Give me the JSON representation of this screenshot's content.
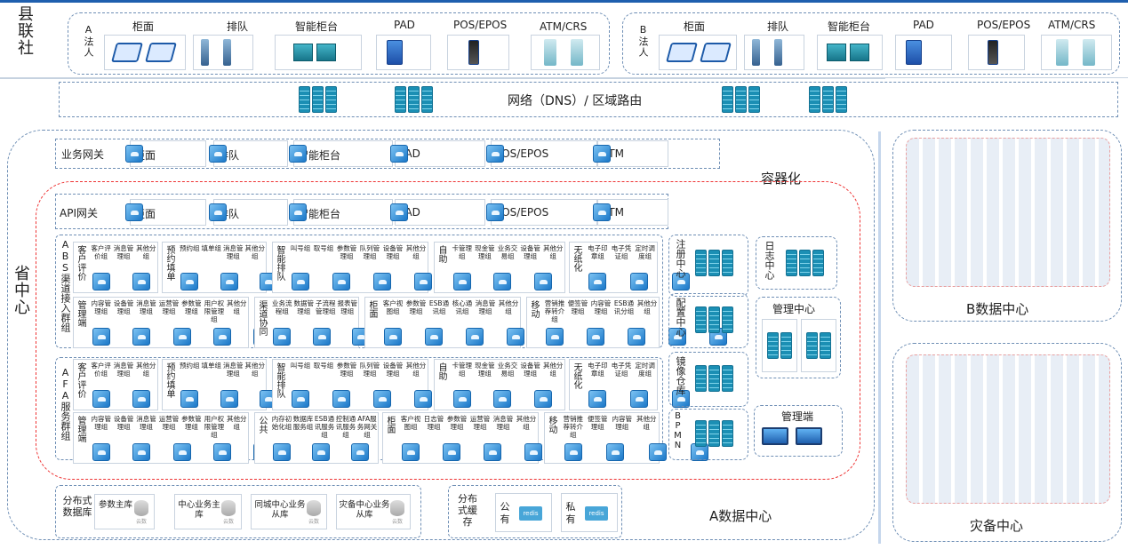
{
  "county": {
    "title": "县联社",
    "a_label": "A法人",
    "b_label": "B法人",
    "channels": [
      "柜面",
      "排队",
      "智能柜台",
      "PAD",
      "POS/EPOS",
      "ATM/CRS"
    ]
  },
  "network": {
    "label": "网络（DNS）/ 区域路由"
  },
  "province": {
    "title": "省中心"
  },
  "business_gateway": {
    "label": "业务网关",
    "items": [
      "柜面",
      "排队",
      "智能柜台",
      "PAD",
      "POS/EPOS",
      "ATM"
    ]
  },
  "container": {
    "label": "容器化"
  },
  "api_gateway": {
    "label": "API网关",
    "items": [
      "柜面",
      "排队",
      "智能柜台",
      "PAD",
      "POS/EPOS",
      "ATM"
    ]
  },
  "abs": {
    "title": "ABS渠道接入群组",
    "row1": [
      {
        "label": "客户评价",
        "items": [
          "客户评价组",
          "消息管理组",
          "其他分组"
        ]
      },
      {
        "label": "预约填单",
        "items": [
          "预约组",
          "填单组",
          "消息管理组",
          "其他分组"
        ]
      },
      {
        "label": "智能排队",
        "items": [
          "叫号组",
          "取号组",
          "参数管理组",
          "队列管理组",
          "设备管理组",
          "其他分组"
        ]
      },
      {
        "label": "自助",
        "items": [
          "卡管理组",
          "现金管理组",
          "业务交易组",
          "设备管理组",
          "其他分组"
        ]
      },
      {
        "label": "无纸化",
        "items": [
          "电子印章组",
          "电子凭证组",
          "定时调度组"
        ]
      }
    ],
    "row2": [
      {
        "label": "管理端",
        "items": [
          "内容管理组",
          "设备管理组",
          "消息管理组",
          "运营管理组",
          "参数管理组",
          "用户权限管理组",
          "其他分组"
        ]
      },
      {
        "label": "渠道协同",
        "items": [
          "业务流程组",
          "数据管理组",
          "子流程管理组",
          "报表管理组"
        ]
      },
      {
        "label": "柜面",
        "items": [
          "客户视图组",
          "参数管理组",
          "ESB通讯组",
          "核心通讯组",
          "消息管理组",
          "其他分组"
        ]
      },
      {
        "label": "移动",
        "items": [
          "营销推荐转介组",
          "便签管理组",
          "内容管理组",
          "ESB通讯分组",
          "其他分组"
        ]
      }
    ]
  },
  "afa": {
    "title": "AFA服务群组",
    "row1": [
      {
        "label": "客户评价",
        "items": [
          "客户评价组",
          "消息管理组",
          "其他分组"
        ]
      },
      {
        "label": "预约填单",
        "items": [
          "预约组",
          "填单组",
          "消息管理组",
          "其他分组"
        ]
      },
      {
        "label": "智能排队",
        "items": [
          "叫号组",
          "取号组",
          "参数管理组",
          "队列管理组",
          "设备管理组",
          "其他分组"
        ]
      },
      {
        "label": "自助",
        "items": [
          "卡管理组",
          "现金管理组",
          "业务交易组",
          "设备管理组",
          "其他分组"
        ]
      },
      {
        "label": "无纸化",
        "items": [
          "电子印章组",
          "电子凭证组",
          "定时调度组"
        ]
      }
    ],
    "row2": [
      {
        "label": "管理端",
        "items": [
          "内容管理组",
          "设备管理组",
          "消息管理组",
          "运营管理组",
          "参数管理组",
          "用户权限管理组",
          "其他分组"
        ]
      },
      {
        "label": "公共",
        "items": [
          "内存初始化组",
          "数据库服务组",
          "ESB通讯服务组",
          "控制通讯服务组",
          "AFA服务网关组"
        ]
      },
      {
        "label": "柜面",
        "items": [
          "客户视图组",
          "日志管理组",
          "参数管理组",
          "运营管理组",
          "消息管理组",
          "其他分组"
        ]
      },
      {
        "label": "移动",
        "items": [
          "营销推荐转介组",
          "便签管理组",
          "内容管理组",
          "其他分组"
        ]
      }
    ]
  },
  "side": {
    "register": "注册中心",
    "log": "日志中心",
    "config": "配置中心",
    "mgmt_center": "管理中心",
    "mirror": "镜像仓库",
    "bpmn": "BPMN",
    "mgmt_end": "管理端"
  },
  "db": {
    "title": "分布式数据库",
    "items": [
      "参数主库",
      "中心业务主库",
      "同城中心业务从库",
      "灾备中心业务从库"
    ],
    "icon_caption": "云数"
  },
  "cache": {
    "title": "分布式缓存",
    "items": [
      {
        "label": "公有",
        "tag": "redis"
      },
      {
        "label": "私有",
        "tag": "redis"
      }
    ]
  },
  "dc_a": {
    "label": "A数据中心"
  },
  "dc_b": {
    "label": "B数据中心"
  },
  "dc_dr": {
    "label": "灾备中心"
  }
}
